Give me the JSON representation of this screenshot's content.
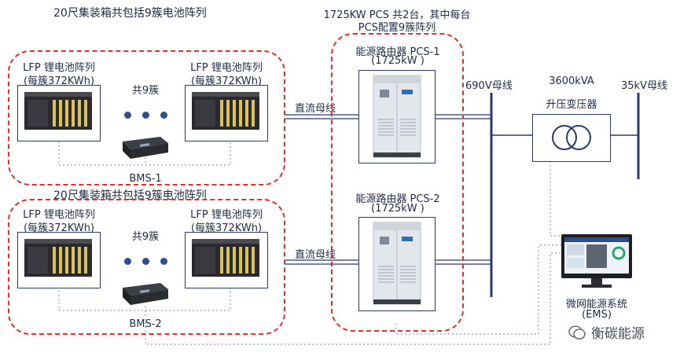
{
  "container1": {
    "title": "20尺集装箱共包括9簇电池阵列",
    "left_cluster": {
      "line1": "LFP 锂电池阵列",
      "line2": "(每簇372KWh)"
    },
    "right_cluster": {
      "line1": "LFP 锂电池阵列",
      "line2": "(每簇372KWh)"
    },
    "count_label": "共9簇",
    "bms_label": "BMS-1"
  },
  "container2": {
    "title": "20尺集装箱共包括9簇电池阵列",
    "left_cluster": {
      "line1": "LFP 锂电池阵列",
      "line2": "(每簇372KWh)"
    },
    "right_cluster": {
      "line1": "LFP 锂电池阵列",
      "line2": "(每簇372KWh)"
    },
    "count_label": "共9簇",
    "bms_label": "BMS-2"
  },
  "pcs_group": {
    "title_line1": "1725KW PCS 共2台，其中每台",
    "title_line2": "PCS配置9簇阵列",
    "pcs1": {
      "line1": "能源路由器 PCS-1",
      "line2": "(1725kW )"
    },
    "pcs2": {
      "line1": "能源路由器 PCS-2",
      "line2": "(1725kW )"
    }
  },
  "dc_bus_label_1": "直流母线",
  "dc_bus_label_2": "直流母线",
  "lv_bus_label": "690V母线",
  "transformer": {
    "rating": "3600kVA",
    "name": "升压变压器"
  },
  "hv_bus_label": "35kV母线",
  "ems": {
    "line1": "微网能源系统",
    "line2": "(EMS)"
  },
  "watermark": "衡碳能源",
  "colors": {
    "dash_red": "#e0302a",
    "line_navy": "#2b3a6b",
    "dot": "#2f4e8f",
    "comm_dotted": "#8aa0c8"
  }
}
